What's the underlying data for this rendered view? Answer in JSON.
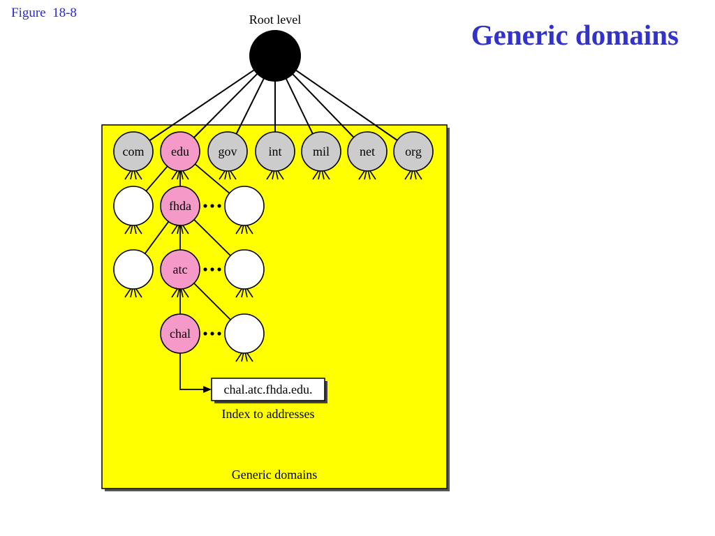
{
  "figure_label": "Figure  18-8",
  "title": "Generic domains",
  "root": {
    "label": "Root level"
  },
  "top_level_domains": [
    "com",
    "edu",
    "gov",
    "int",
    "mil",
    "net",
    "org"
  ],
  "path_nodes": [
    "fhda",
    "atc",
    "chal"
  ],
  "index_box": {
    "text": "chal.atc.fhda.edu."
  },
  "index_caption": "Index to addresses",
  "region_caption": "Generic domains",
  "colors": {
    "region_fill": "#ffff00",
    "path_node": "#f59ac8",
    "tld_node": "#cccccc",
    "other_node": "#ffffff",
    "root_node": "#000000",
    "title": "#3333cc"
  }
}
